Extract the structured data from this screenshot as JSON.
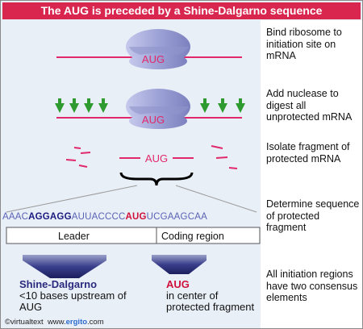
{
  "title": "The AUG is preceded by a Shine-Dalgarno sequence",
  "steps": [
    {
      "text": "Bind ribosome to initiation site on mRNA"
    },
    {
      "text": "Add nuclease to digest all unprotected mRNA"
    },
    {
      "text": "Isolate fragment of protected mRNA"
    },
    {
      "text": "Determine sequence of protected fragment"
    },
    {
      "text": "All initiation regions have two consensus elements"
    }
  ],
  "codon_label": "AUG",
  "sequence": {
    "prefix": "AAAC",
    "sd": "AGGAGG",
    "middle": "AUUACCCC",
    "start": "AUG",
    "suffix": "UCGAAGCAA"
  },
  "regions": {
    "leader": "Leader",
    "coding": "Coding region"
  },
  "elements": {
    "sd_title": "Shine-Dalgarno",
    "sd_detail": "<10 bases upstream of AUG",
    "aug_title": "AUG",
    "aug_detail": "in center of protected fragment"
  },
  "footer": {
    "left": "©virtualtext",
    "www": "www.",
    "brand": "ergito",
    "domain": ".com"
  },
  "colors": {
    "title_bg": "#d9264f",
    "mrna": "#e0286a",
    "arrow_green": "#2f9a2f",
    "ribosome": "#a9aedb",
    "navy": "#2a2a7e"
  }
}
